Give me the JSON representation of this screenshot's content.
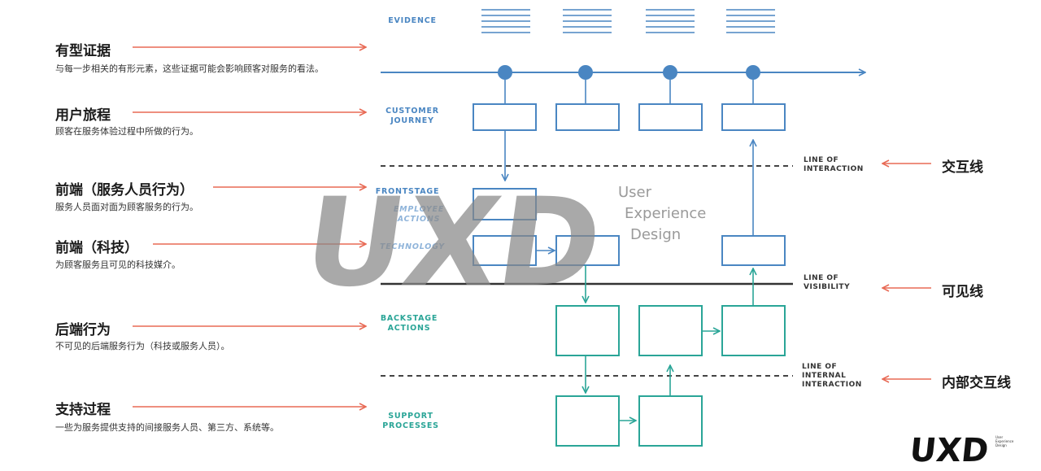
{
  "layers": [
    {
      "title": "有型证据",
      "desc": "与每一步相关的有形元素，这些证据可能会影响顾客对服务的看法。"
    },
    {
      "title": "用户旅程",
      "desc": "顾客在服务体验过程中所做的行为。"
    },
    {
      "title": "前端（服务人员行为）",
      "desc": "服务人员面对面为顾客服务的行为。"
    },
    {
      "title": "前端（科技）",
      "desc": "为顾客服务且可见的科技媒介。"
    },
    {
      "title": "后端行为",
      "desc": "不可见的后端服务行为（科技或服务人员）。"
    },
    {
      "title": "支持过程",
      "desc": "一些为服务提供支持的间接服务人员、第三方、系统等。"
    }
  ],
  "lanes": {
    "evidence": "EVIDENCE",
    "customer_journey": [
      "CUSTOMER",
      "JOURNEY"
    ],
    "frontstage": "FRONTSTAGE",
    "employee_actions": [
      "EMPLOYEE",
      "ACTIONS"
    ],
    "technology": "TECHNOLOGY",
    "backstage": [
      "BACKSTAGE",
      "ACTIONS"
    ],
    "support": [
      "SUPPORT",
      "PROCESSES"
    ]
  },
  "lines": [
    {
      "label": [
        "LINE OF",
        "INTERACTION"
      ],
      "zh": "交互线"
    },
    {
      "label": [
        "LINE OF",
        "VISIBILITY"
      ],
      "zh": "可见线"
    },
    {
      "label": [
        "LINE OF",
        "INTERNAL",
        "INTERACTION"
      ],
      "zh": "内部交互线"
    }
  ],
  "watermark": {
    "line1": "User",
    "line2": "Experience",
    "line3": "Design",
    "logo": "UXD"
  },
  "logo_sub": [
    "User",
    "Experience",
    "Design"
  ],
  "colors": {
    "arrow": "#e86a55",
    "blue": "#4a86c2",
    "teal": "#2aa597",
    "line": "#444444",
    "watermark": "#888888"
  }
}
